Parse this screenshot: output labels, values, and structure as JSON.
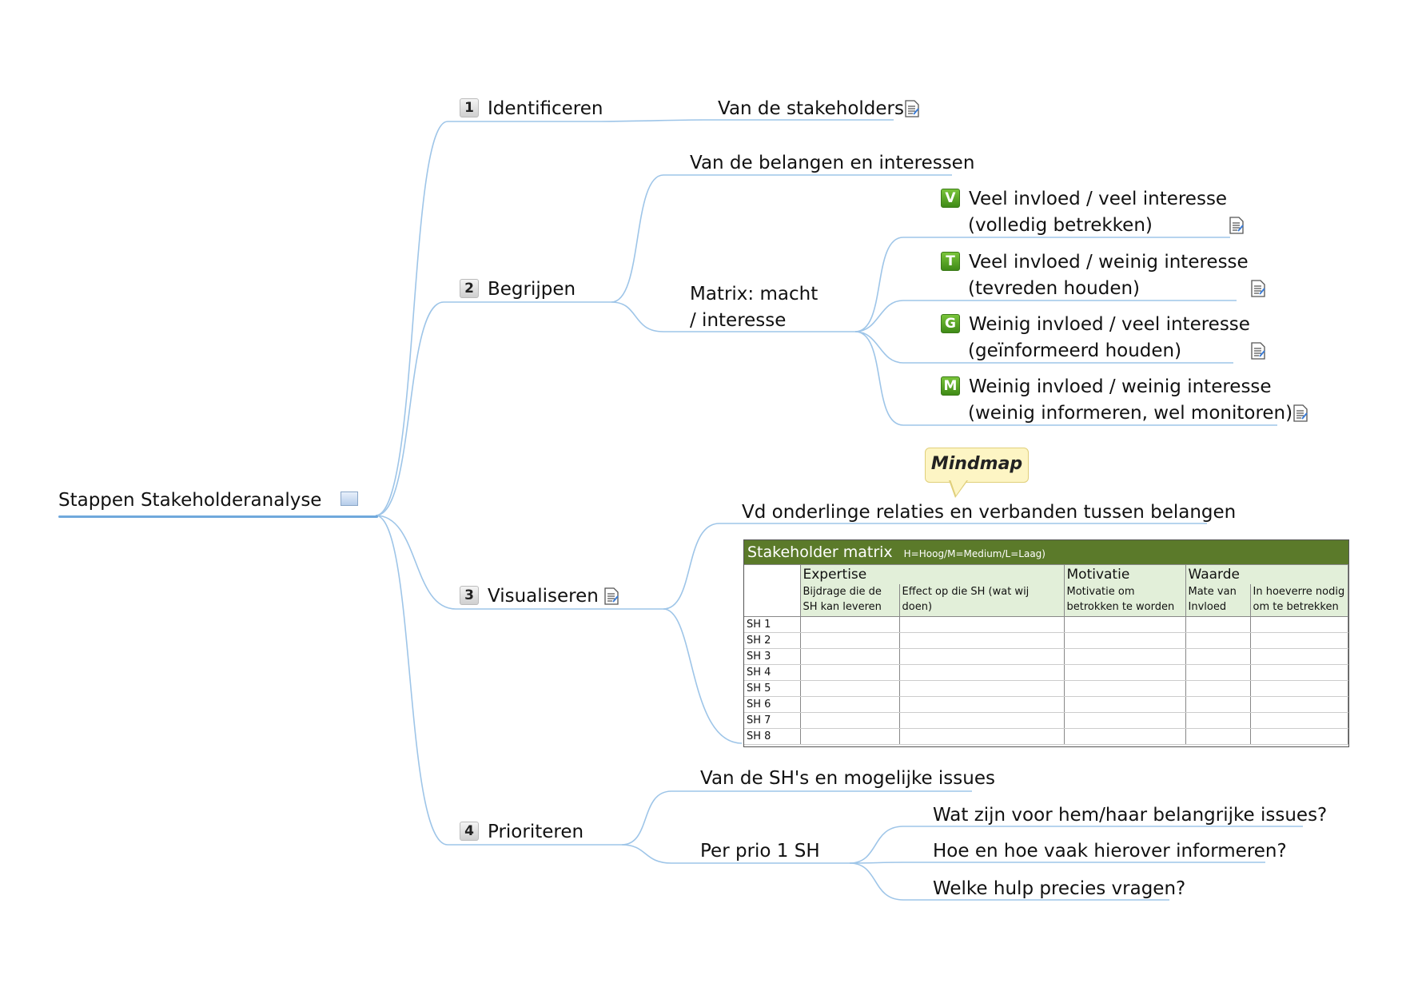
{
  "root": {
    "label": "Stappen Stakeholderanalyse",
    "icon": "mindmap-icon"
  },
  "steps": [
    {
      "number": "1",
      "label": "Identificeren"
    },
    {
      "number": "2",
      "label": "Begrijpen"
    },
    {
      "number": "3",
      "label": "Visualiseren"
    },
    {
      "number": "4",
      "label": "Prioriteren"
    }
  ],
  "identify": {
    "child": "Van de stakeholders"
  },
  "understand": {
    "child1": "Van de belangen en interessen",
    "child2": "Matrix: macht / interesse",
    "quadrants": [
      {
        "badge": "V",
        "line1": "Veel invloed / veel interesse",
        "line2": "(volledig betrekken)"
      },
      {
        "badge": "T",
        "line1": "Veel invloed / weinig interesse",
        "line2": "(tevreden houden)"
      },
      {
        "badge": "G",
        "line1": "Weinig invloed / veel interesse",
        "line2": "(geïnformeerd houden)"
      },
      {
        "badge": "M",
        "line1": "Weinig invloed / weinig interesse",
        "line2": "(weinig informeren, wel monitoren)"
      }
    ]
  },
  "visualize": {
    "callout": "Mindmap",
    "child": "Vd onderlinge relaties en verbanden tussen belangen",
    "matrix": {
      "title": "Stakeholder matrix",
      "legend": "H=Hoog/M=Medium/L=Laag)",
      "groups": [
        "Expertise",
        "Motivatie",
        "Waarde"
      ],
      "subheaders": [
        "Bijdrage die de SH kan leveren",
        "Effect op die SH (wat wij doen)",
        "Motivatie om betrokken te worden",
        "Mate van Invloed",
        "In hoeverre nodig om te betrekken"
      ],
      "rows": [
        "SH 1",
        "SH 2",
        "SH 3",
        "SH 4",
        "SH 5",
        "SH 6",
        "SH 7",
        "SH 8"
      ]
    }
  },
  "prioritize": {
    "child1": "Van de SH's en mogelijke issues",
    "child2": "Per prio 1 SH",
    "questions": [
      "Wat zijn voor hem/haar belangrijke issues?",
      "Hoe en hoe vaak hierover informeren?",
      "Welke hulp precies vragen?"
    ]
  },
  "colors": {
    "link": "#9ec5e8",
    "root_underline": "#6fa8dc",
    "badge_green": "#4e9a1f",
    "matrix_header": "#5b7a2a",
    "matrix_subheader": "#e2efd9",
    "callout": "#fdf5c4"
  }
}
